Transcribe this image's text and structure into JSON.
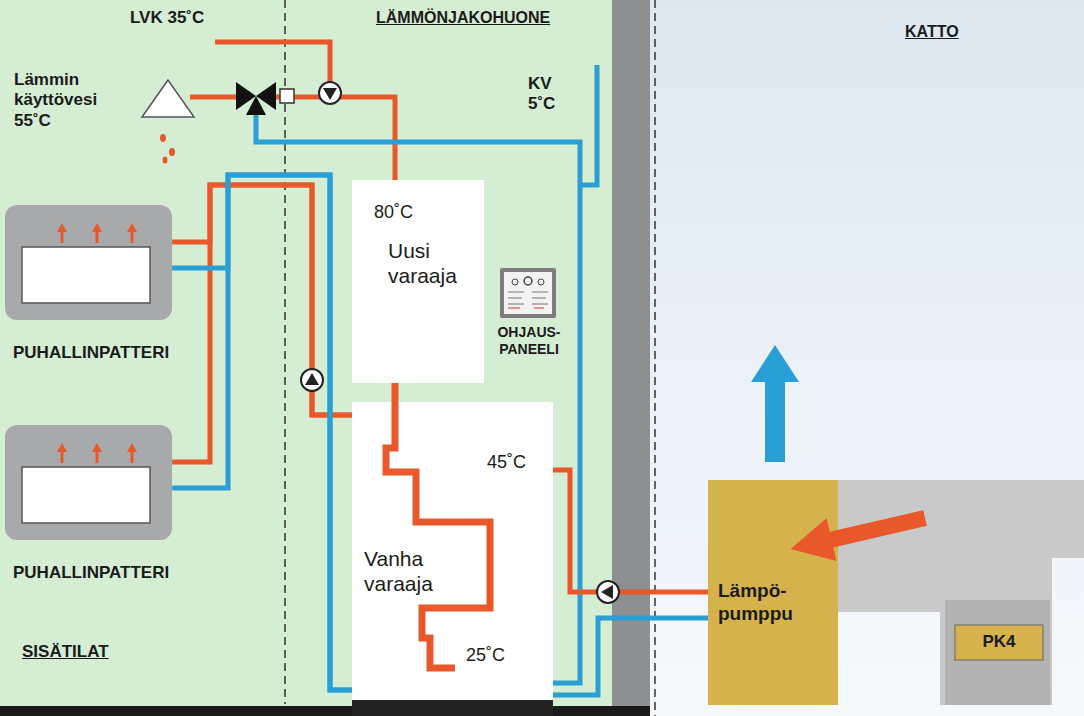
{
  "diagram": {
    "nodes": [
      {
        "text": [
          "PUHALLINPATTERI"
        ]
      },
      {
        "text": [
          "80˚C",
          "Uusi varaaja"
        ]
      },
      {
        "text": [
          "OHJAUS- PANEELI"
        ]
      },
      {
        "text": [
          "PUHALLINPATTERI"
        ]
      },
      {
        "text": [
          "45˚C",
          "Vanha varaaja",
          "25˚C"
        ]
      },
      {
        "text": [
          "Lämpö- pumppu"
        ]
      },
      {
        "text": [
          "PK4"
        ]
      }
    ],
    "edges": [
      {
        "from": 4,
        "to": 0,
        "arrow": "none"
      },
      {
        "from": 4,
        "to": 3,
        "arrow": "none"
      },
      {
        "from": 0,
        "to": 4,
        "arrow": "none"
      },
      {
        "from": 3,
        "to": 4,
        "arrow": "none"
      },
      {
        "from": 5,
        "to": 4,
        "arrow": "none"
      },
      {
        "from": 4,
        "to": 5,
        "arrow": "none"
      },
      {
        "from": 1,
        "to": 4,
        "arrow": "none"
      }
    ],
    "labels": [
      "LVK 35˚C",
      "LÄMMÖNJAKOHUONE",
      "Lämmin käyttövesi 55˚C",
      "KV 5˚C",
      "SISÄTILAT",
      "KATTO"
    ]
  }
}
